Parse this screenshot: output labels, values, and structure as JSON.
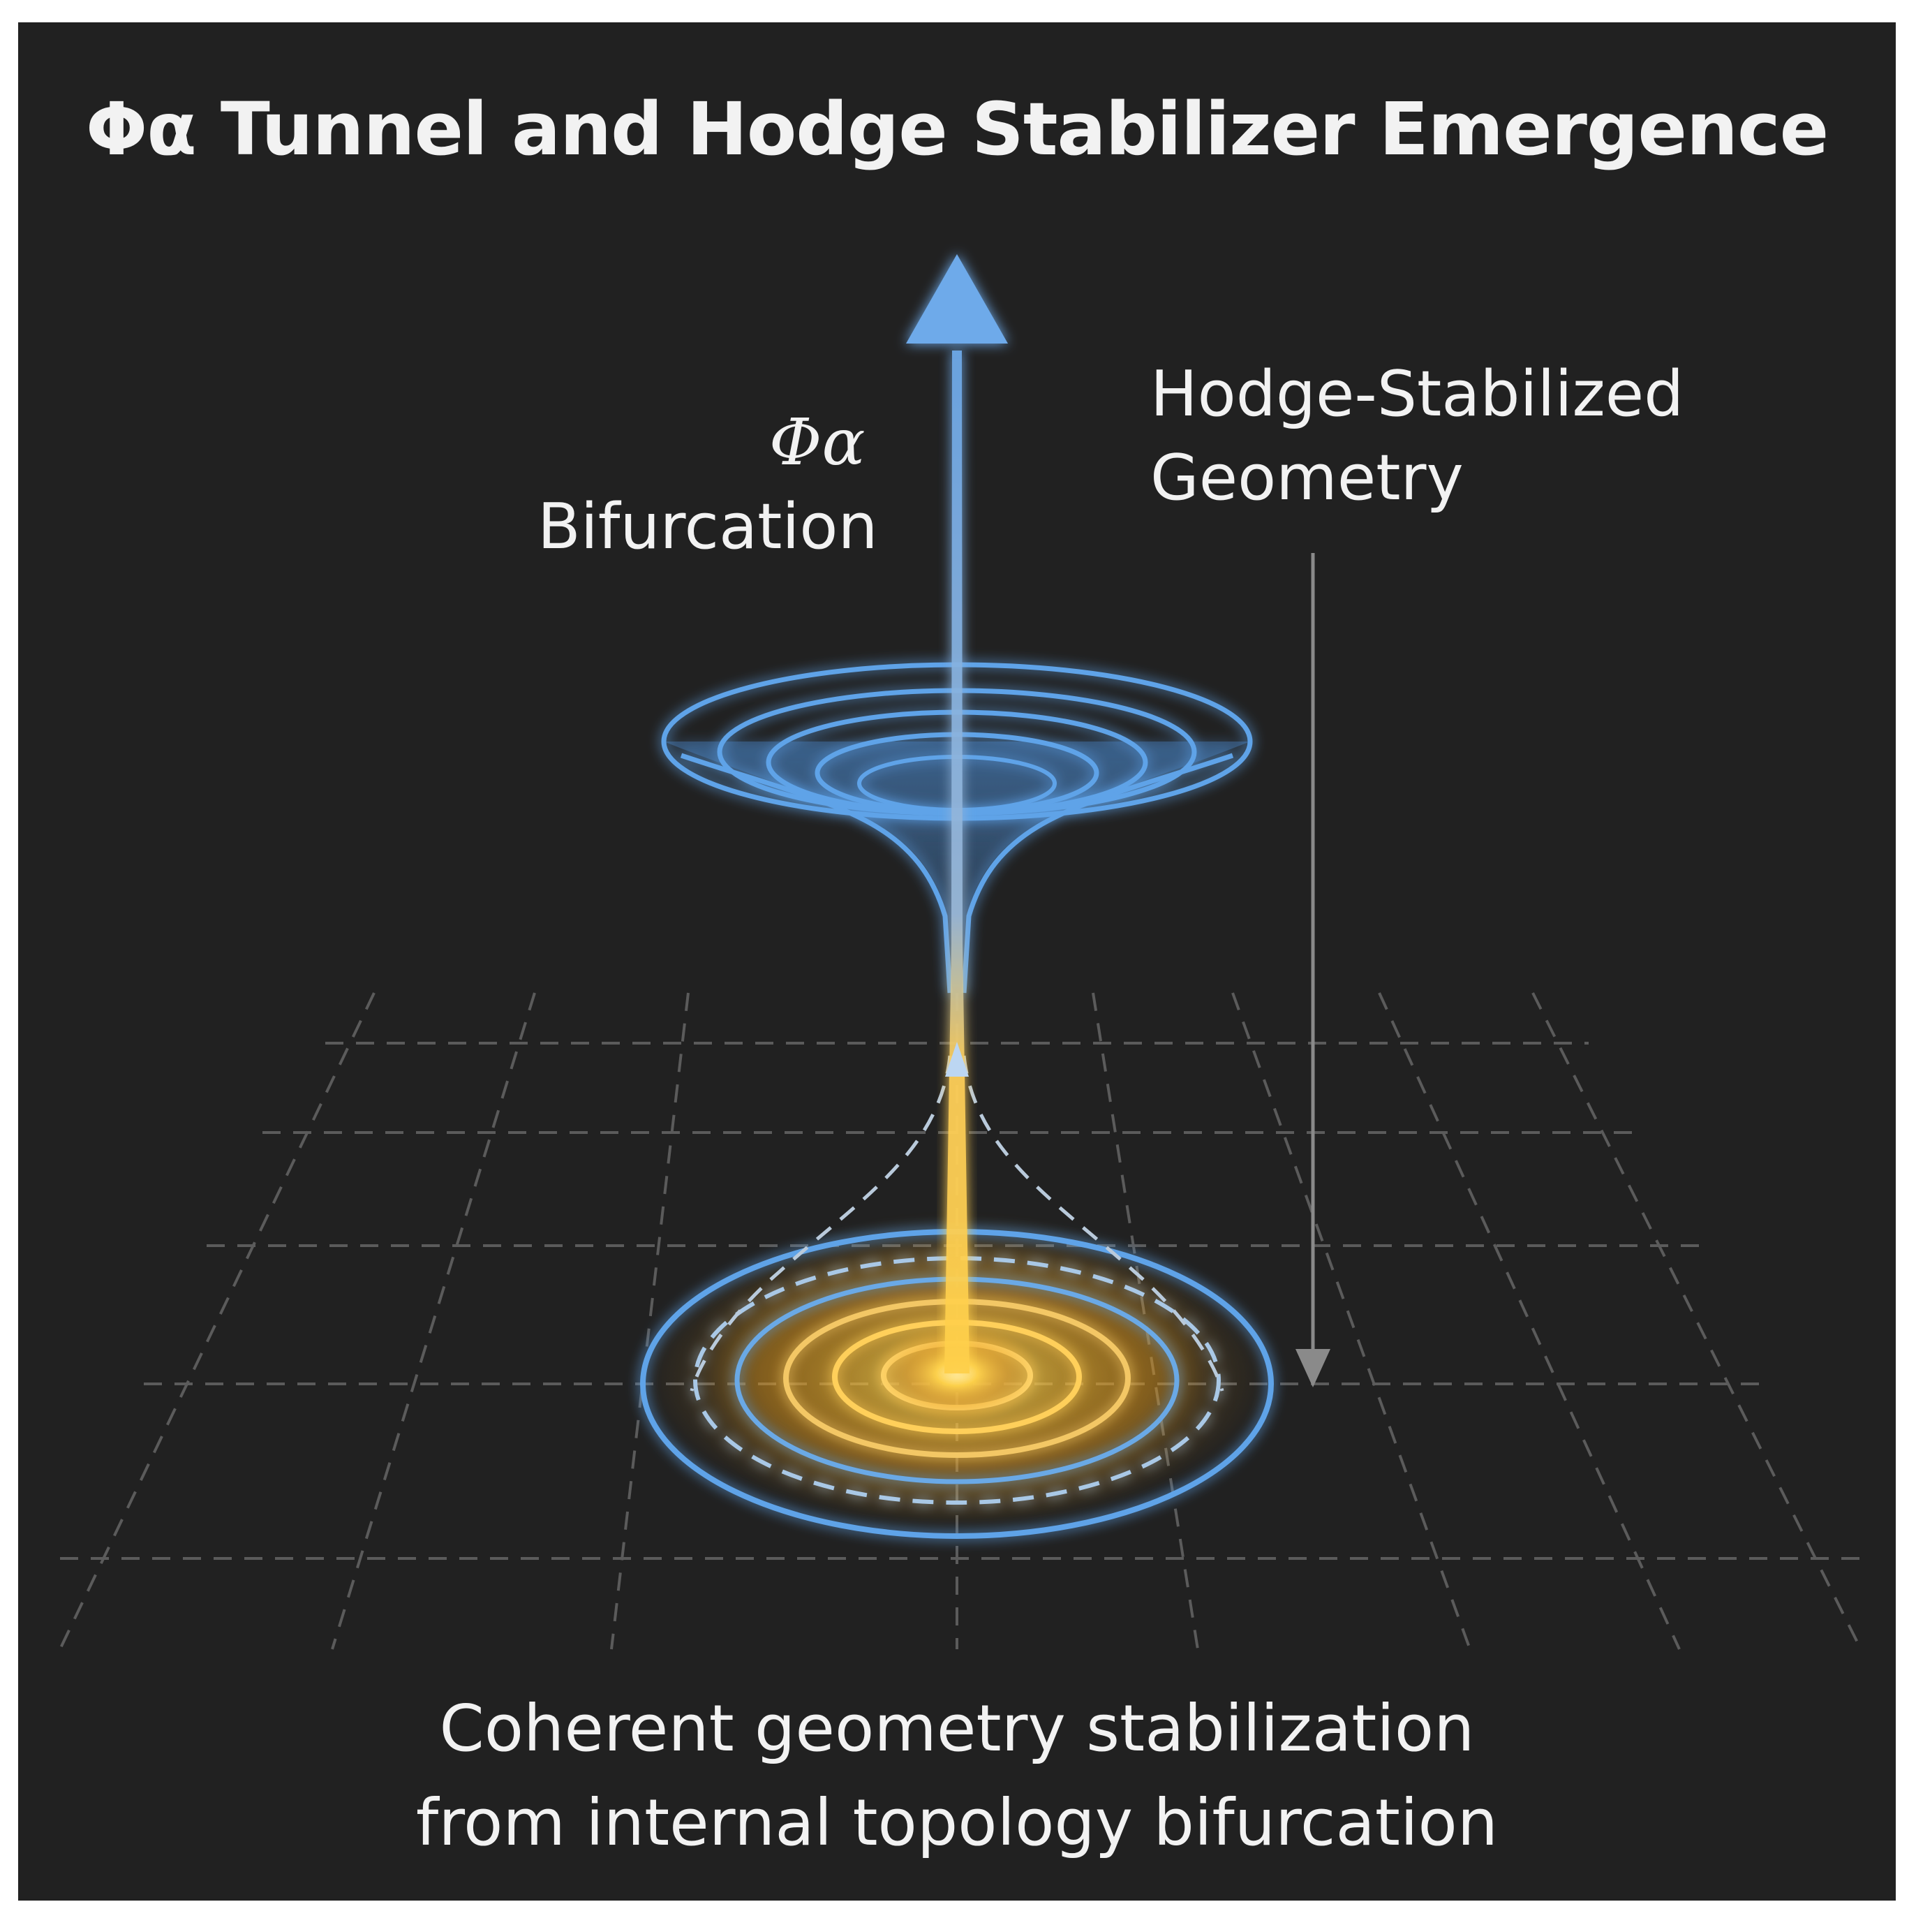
{
  "title": "Φα Tunnel and Hodge Stabilizer Emergence",
  "labels": {
    "phi_symbol": "Φα",
    "bifurcation": "Bifurcation",
    "hodge_line1": "Hodge-Stabilized",
    "hodge_line2": "Geometry"
  },
  "caption": {
    "line1": "Coherent geometry stabilization",
    "line2": "from internal topology bifurcation"
  },
  "colors": {
    "background": "#212121",
    "blue": "#5fa3e8",
    "gold": "#ffc23a",
    "grid": "#6a6a6a",
    "text": "#f2f2f2"
  }
}
